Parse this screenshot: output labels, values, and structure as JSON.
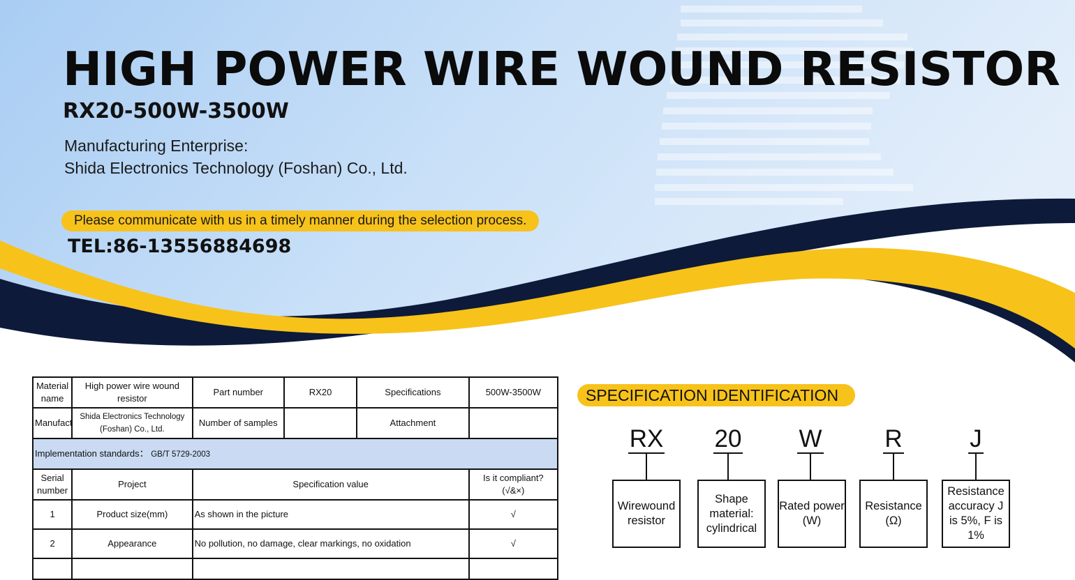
{
  "header": {
    "title": "HIGH POWER WIRE WOUND RESISTOR",
    "subtitle": "RX20-500W-3500W",
    "manufacturer_label": "Manufacturing Enterprise:",
    "manufacturer_name": "Shida Electronics Technology (Foshan) Co., Ltd.",
    "notice": "Please communicate with us in a timely manner during the selection process.",
    "tel": "TEL:86-13556884698"
  },
  "colors": {
    "accent_yellow": "#f7c21a",
    "navy": "#0d1a3a",
    "sky": "#bcd8f6",
    "header_row": "#c9daf2"
  },
  "spec_table": {
    "row1": {
      "material_name_label": "Material name",
      "material_name_value": "High power wire wound resistor",
      "part_number_label": "Part number",
      "part_number_value": "RX20",
      "specifications_label": "Specifications",
      "specifications_value": "500W-3500W"
    },
    "row2": {
      "manufacturer_label": "Manufacturer",
      "manufacturer_value": "Shida Electronics Technology (Foshan) Co., Ltd.",
      "samples_label": "Number of samples",
      "samples_value": "",
      "attachment_label": "Attachment",
      "attachment_value": ""
    },
    "standards_label": "Implementation standards：",
    "standards_value": "GB/T 5729-2003",
    "columns": [
      "Serial number",
      "Project",
      "Specification value",
      "Is it compliant?",
      "(√&×)"
    ],
    "rows": [
      {
        "serial": "1",
        "project": "Product size(mm)",
        "value": "As shown in the picture",
        "compliant": "√"
      },
      {
        "serial": "2",
        "project": "Appearance",
        "value": "No pollution, no damage, clear markings, no oxidation",
        "compliant": "√"
      }
    ]
  },
  "spec_id": {
    "title": "SPECIFICATION IDENTIFICATION",
    "items": [
      {
        "code": "RX",
        "desc": "Wirewound resistor"
      },
      {
        "code": "20",
        "desc": "Shape material: cylindrical"
      },
      {
        "code": "W",
        "desc": "Rated power (W)"
      },
      {
        "code": "R",
        "desc": "Resistance (Ω)"
      },
      {
        "code": "J",
        "desc": "Resistance accuracy J is 5%, F is 1%"
      }
    ]
  }
}
